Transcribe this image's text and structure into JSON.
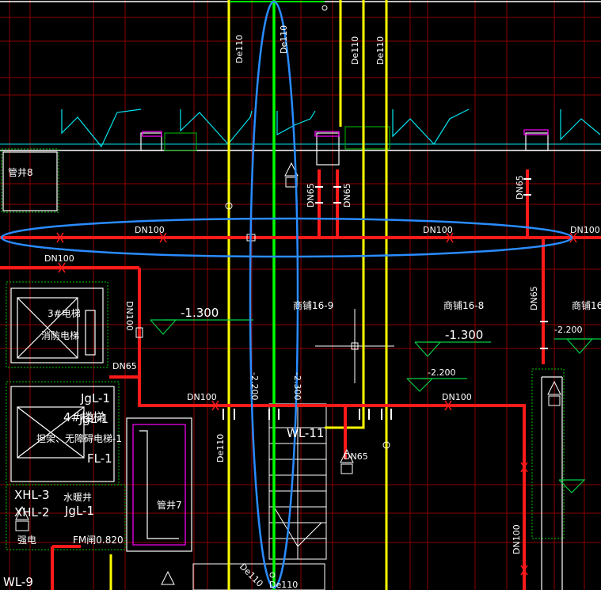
{
  "drawing": {
    "pipe_labels": {
      "dn100_left": "DN100",
      "dn100_main": "DN100",
      "dn100_mid": "DN100",
      "dn100_right": "DN100",
      "dn100_vert": "DN100",
      "dn100_low": "DN100",
      "dn100_low2": "DN100",
      "dn100_bottom": "DN100",
      "dn65_a": "DN65",
      "dn65_b": "DN65",
      "dn65_right_top": "DN65",
      "dn65_right_mid": "DN65",
      "dn65_left": "DN65",
      "dn65_low": "DN65",
      "de110_a": "De110",
      "de110_b": "De110",
      "de110_c": "De110",
      "de110_d": "De110",
      "de110_e": "De110",
      "de110_bottom": "De110",
      "de110_bottom2": "De110"
    },
    "elevations": {
      "lvl_left": "-1.300",
      "lvl_right": "-1.300",
      "lvl_small": "-2.200",
      "lvl_right2": "-2.200",
      "lvl_vert_a": "-2.200",
      "lvl_vert_b": "-2.300"
    },
    "rooms": {
      "pipe_well_8": "管井8",
      "pipe_well_7": "管井7",
      "elevator": "3#电梯",
      "fire_elevator": "消防电梯",
      "shop_16_9": "商铺16-9",
      "shop_16_8": "商铺16-8",
      "shop_16_right": "商铺16",
      "water_well": "水暖井",
      "electric": "强电"
    },
    "risers": {
      "jgl_1": "JgL-1",
      "jgl_1b": "JgL-1",
      "jgl_1c": "JgL-1",
      "stair_4": "4#楼梯",
      "fl_1": "FL-1",
      "wl_11": "WL-11",
      "wl_9": "WL-9",
      "xhl_3": "XHL-3",
      "xhl_2": "XHL-2",
      "fm": "FM闸0.820",
      "rack_note": "担架、无障碍电梯-1"
    },
    "colors": {
      "background": "#000000",
      "fire_main": "#ff1a1a",
      "drain_yellow": "#ffff00",
      "vent_green": "#00ff00",
      "grid_red": "#8b0000",
      "wall_white": "#ffffff",
      "hatch_green": "#00a000",
      "cyan_wall": "#00e5ee",
      "highlight_blue": "#2a8cff",
      "magenta": "#ff00ff"
    }
  }
}
